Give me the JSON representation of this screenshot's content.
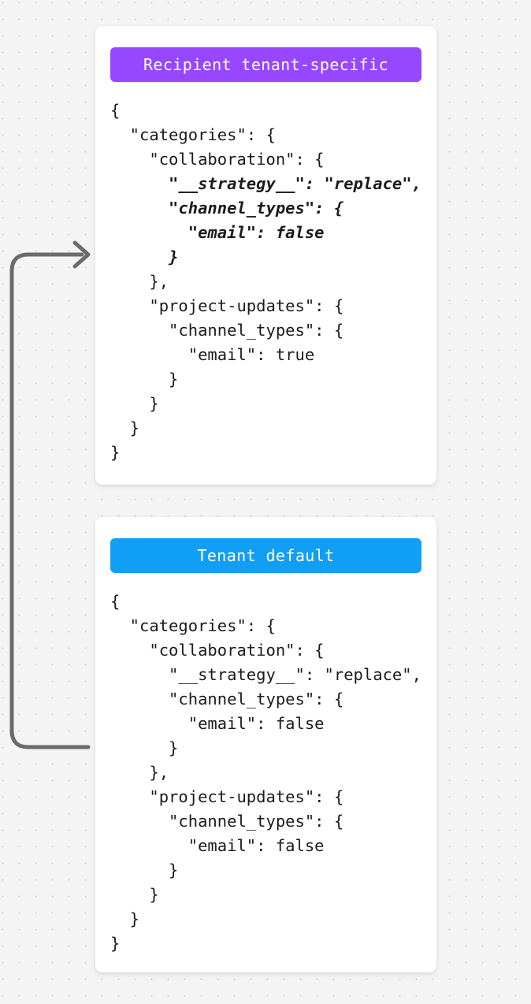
{
  "background": {
    "color": "#f4f4f4",
    "dot_color": "#cfcfcf",
    "pattern": "dot-grid"
  },
  "connector": {
    "name": "merge-arrow",
    "color": "#6b6b6b",
    "direction": "from-tenant-default-to-recipient-tenant-specific",
    "arrowhead": "chevron-right"
  },
  "cards": [
    {
      "id": "recipient-tenant-specific",
      "header": {
        "label": "Recipient tenant-specific",
        "background": "#9747ff",
        "text_color": "#ffffff"
      },
      "code_lines": [
        {
          "text": "{",
          "emph": false
        },
        {
          "text": "  \"categories\": {",
          "emph": false
        },
        {
          "text": "    \"collaboration\": {",
          "emph": false
        },
        {
          "text": "      \"__strategy__\": \"replace\",",
          "emph": true
        },
        {
          "text": "      \"channel_types\": {",
          "emph": true
        },
        {
          "text": "        \"email\": false",
          "emph": true
        },
        {
          "text": "      }",
          "emph": true
        },
        {
          "text": "    },",
          "emph": false
        },
        {
          "text": "    \"project-updates\": {",
          "emph": false
        },
        {
          "text": "      \"channel_types\": {",
          "emph": false
        },
        {
          "text": "        \"email\": true",
          "emph": false
        },
        {
          "text": "      }",
          "emph": false
        },
        {
          "text": "    }",
          "emph": false
        },
        {
          "text": "  }",
          "emph": false
        },
        {
          "text": "}",
          "emph": false
        }
      ]
    },
    {
      "id": "tenant-default",
      "header": {
        "label": "Tenant default",
        "background": "#119ef5",
        "text_color": "#ffffff"
      },
      "code_lines": [
        {
          "text": "{",
          "emph": false
        },
        {
          "text": "  \"categories\": {",
          "emph": false
        },
        {
          "text": "    \"collaboration\": {",
          "emph": false
        },
        {
          "text": "      \"__strategy__\": \"replace\",",
          "emph": false
        },
        {
          "text": "      \"channel_types\": {",
          "emph": false
        },
        {
          "text": "        \"email\": false",
          "emph": false
        },
        {
          "text": "      }",
          "emph": false
        },
        {
          "text": "    },",
          "emph": false
        },
        {
          "text": "    \"project-updates\": {",
          "emph": false
        },
        {
          "text": "      \"channel_types\": {",
          "emph": false
        },
        {
          "text": "        \"email\": false",
          "emph": false
        },
        {
          "text": "      }",
          "emph": false
        },
        {
          "text": "    }",
          "emph": false
        },
        {
          "text": "  }",
          "emph": false
        },
        {
          "text": "}",
          "emph": false
        }
      ]
    }
  ]
}
